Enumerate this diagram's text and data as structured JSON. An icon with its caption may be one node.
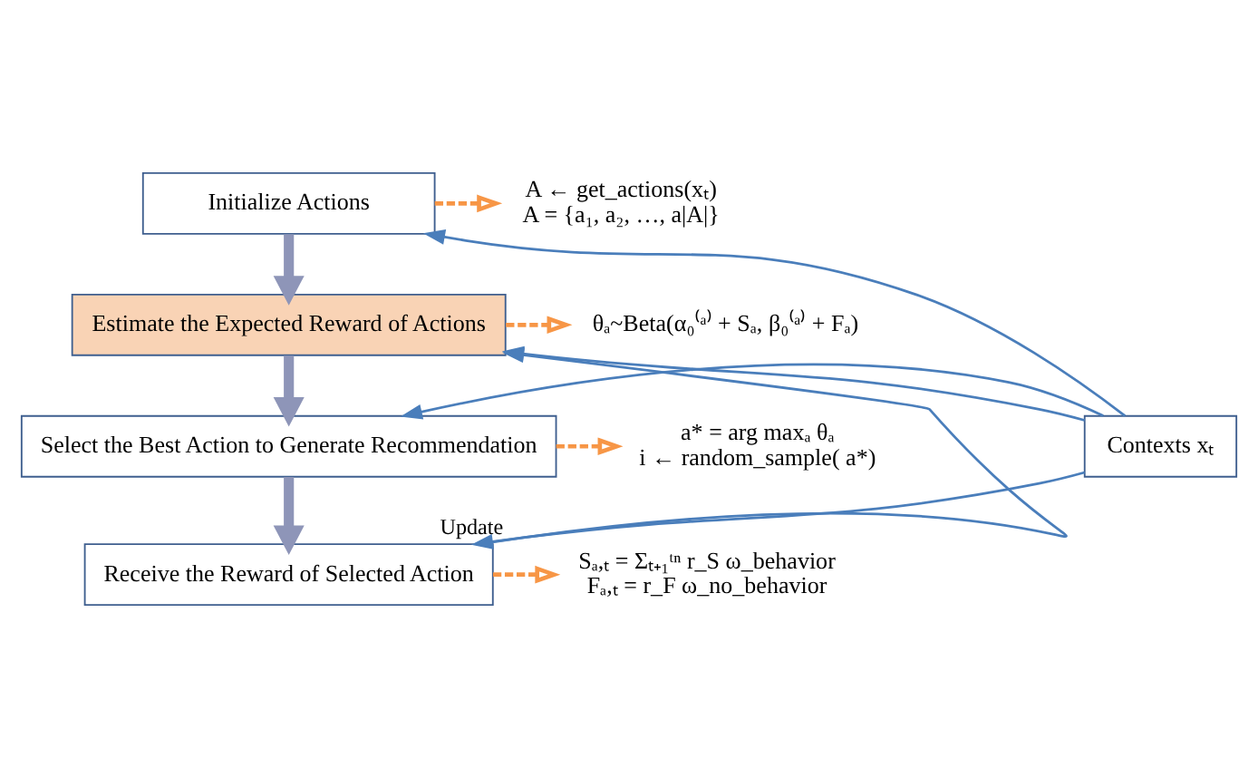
{
  "diagram": {
    "nodes": [
      {
        "text": [
          "Initialize Actions"
        ]
      },
      {
        "text": [
          "Estimate the Expected Reward of Actions"
        ]
      },
      {
        "text": [
          "Select the Best Action to Generate Recommendation"
        ]
      },
      {
        "text": [
          "Receive the Reward of Selected Action"
        ]
      },
      {
        "text": [
          "Contexts xₜ"
        ]
      },
      {
        "text": [
          "A ← get_actions(xₜ)",
          "A = {a₁, a₂, …, a|A|}"
        ]
      },
      {
        "text": [
          "θₐ~Beta(α₀⁽ᵃ⁾ + Sₐ, β₀⁽ᵃ⁾ + Fₐ)"
        ]
      },
      {
        "text": [
          "a* = arg maxₐ θₐ",
          "i ← random_sample( a*)"
        ]
      },
      {
        "text": [
          "Sₐ,ₜ = Σₜ₊₁ᵗⁿ r_S ω_behavior",
          "Fₐ,ₜ = r_F ω_no_behavior"
        ]
      }
    ],
    "edges": [
      {
        "from": 4,
        "to": 0,
        "arrow": "to"
      },
      {
        "from": 4,
        "to": 1,
        "arrow": "to"
      },
      {
        "from": 4,
        "to": 2,
        "arrow": "to"
      },
      {
        "from": 4,
        "to": 3,
        "arrow": "to"
      },
      {
        "from": 0,
        "to": 1,
        "arrow": "to",
        "style": "thick",
        "color": "#8e95b8"
      },
      {
        "from": 1,
        "to": 2,
        "arrow": "to",
        "style": "thick",
        "color": "#8e95b8"
      },
      {
        "from": 2,
        "to": 3,
        "arrow": "to",
        "style": "thick",
        "color": "#8e95b8"
      },
      {
        "from": 0,
        "to": 5,
        "arrow": "to",
        "style": "dashed",
        "color": "#f79646"
      },
      {
        "from": 1,
        "to": 6,
        "arrow": "to",
        "style": "dashed",
        "color": "#f79646"
      },
      {
        "from": 2,
        "to": 7,
        "arrow": "to",
        "style": "dashed",
        "color": "#f79646"
      },
      {
        "from": 3,
        "to": 8,
        "arrow": "to",
        "style": "dashed",
        "color": "#f79646"
      },
      {
        "from": 3,
        "to": 1,
        "arrow": "to",
        "label": "Update"
      }
    ]
  }
}
